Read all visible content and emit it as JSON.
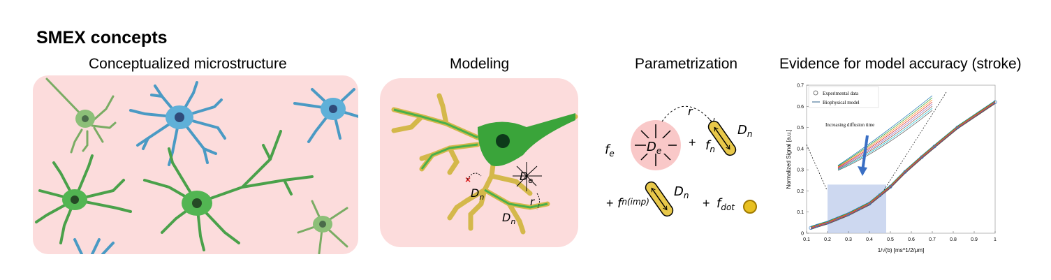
{
  "title": "SMEX concepts",
  "panels": {
    "microstructure": {
      "title": "Conceptualized microstructure"
    },
    "modeling": {
      "title": "Modeling",
      "labels": {
        "de": "D",
        "de_sub": "e",
        "dn1": "D",
        "dn1_sub": "n",
        "dn2": "D",
        "dn2_sub": "n",
        "r": "r"
      }
    },
    "parametrization": {
      "title": "Parametrization",
      "fe": "f",
      "fe_sub": "e",
      "de": "D",
      "de_sub": "e",
      "plus1": "+",
      "fn": "f",
      "fn_sub": "n",
      "dn": "D",
      "dn_sub": "n",
      "r": "r",
      "plus2": "+",
      "fimp": "f",
      "fimp_sub": "n(imp)",
      "dn2": "D",
      "dn2_sub": "n",
      "plus3": "+",
      "fdot": "f",
      "fdot_sub": "dot"
    },
    "evidence": {
      "title": "Evidence for model accuracy (stroke)"
    }
  },
  "chart_data": {
    "type": "scatter",
    "xlabel": "1/√(b) [ms^1/2/μm]",
    "ylabel": "Normalized Signal [a.u.]",
    "xlim": [
      0.1,
      1.0
    ],
    "ylim": [
      0,
      0.7
    ],
    "xticks": [
      "0.1",
      "0.2",
      "0.3",
      "0.4",
      "0.5",
      "0.6",
      "0.7",
      "0.8",
      "0.9",
      "1"
    ],
    "yticks": [
      "0",
      "0.1",
      "0.2",
      "0.3",
      "0.4",
      "0.5",
      "0.6",
      "0.7"
    ],
    "legend": [
      {
        "name": "Experimental data",
        "marker": "circle"
      },
      {
        "name": "Biophysical model",
        "marker": "line"
      }
    ],
    "legend_position": "top-left",
    "annotation": "Increasing diffusion time",
    "series": [
      {
        "x": [
          0.12,
          0.15,
          0.2,
          0.25,
          0.3,
          0.35,
          0.4,
          0.45,
          0.5,
          0.57,
          0.65,
          0.71,
          0.82,
          1.0
        ],
        "y": [
          0.025,
          0.035,
          0.05,
          0.07,
          0.09,
          0.115,
          0.14,
          0.18,
          0.22,
          0.29,
          0.36,
          0.41,
          0.5,
          0.62
        ]
      }
    ],
    "colors": {
      "data": "#3d7fc4",
      "model_line": "#2c5f8a",
      "inset_box": "#b8c8ea"
    }
  }
}
